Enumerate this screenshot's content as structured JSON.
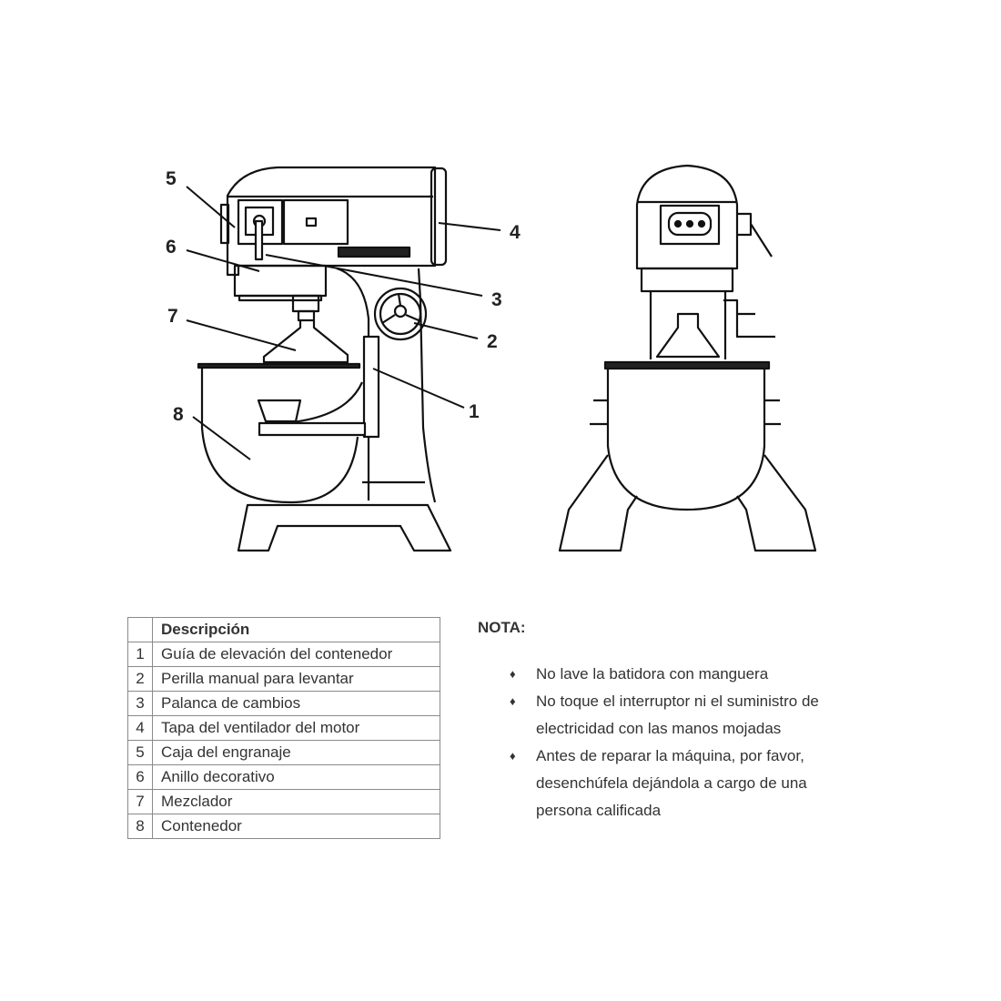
{
  "diagram": {
    "callouts": [
      "1",
      "2",
      "3",
      "4",
      "5",
      "6",
      "7",
      "8"
    ]
  },
  "table": {
    "header": {
      "num": "",
      "desc": "Descripción"
    },
    "rows": [
      {
        "num": "1",
        "desc": "Guía de elevación del contenedor"
      },
      {
        "num": "2",
        "desc": "Perilla manual para levantar"
      },
      {
        "num": "3",
        "desc": "Palanca de cambios"
      },
      {
        "num": "4",
        "desc": "Tapa del ventilador del motor"
      },
      {
        "num": "5",
        "desc": "Caja del engranaje"
      },
      {
        "num": "6",
        "desc": "Anillo decorativo"
      },
      {
        "num": "7",
        "desc": "Mezclador"
      },
      {
        "num": "8",
        "desc": "Contenedor"
      }
    ]
  },
  "notes": {
    "title": "NOTA:",
    "bullet": "♦",
    "items": [
      "No lave la batidora con manguera",
      "No toque el interruptor ni el suministro de electricidad con las manos mojadas",
      "Antes de reparar la máquina, por favor, desenchúfela dejándola a cargo de una persona calificada"
    ]
  }
}
